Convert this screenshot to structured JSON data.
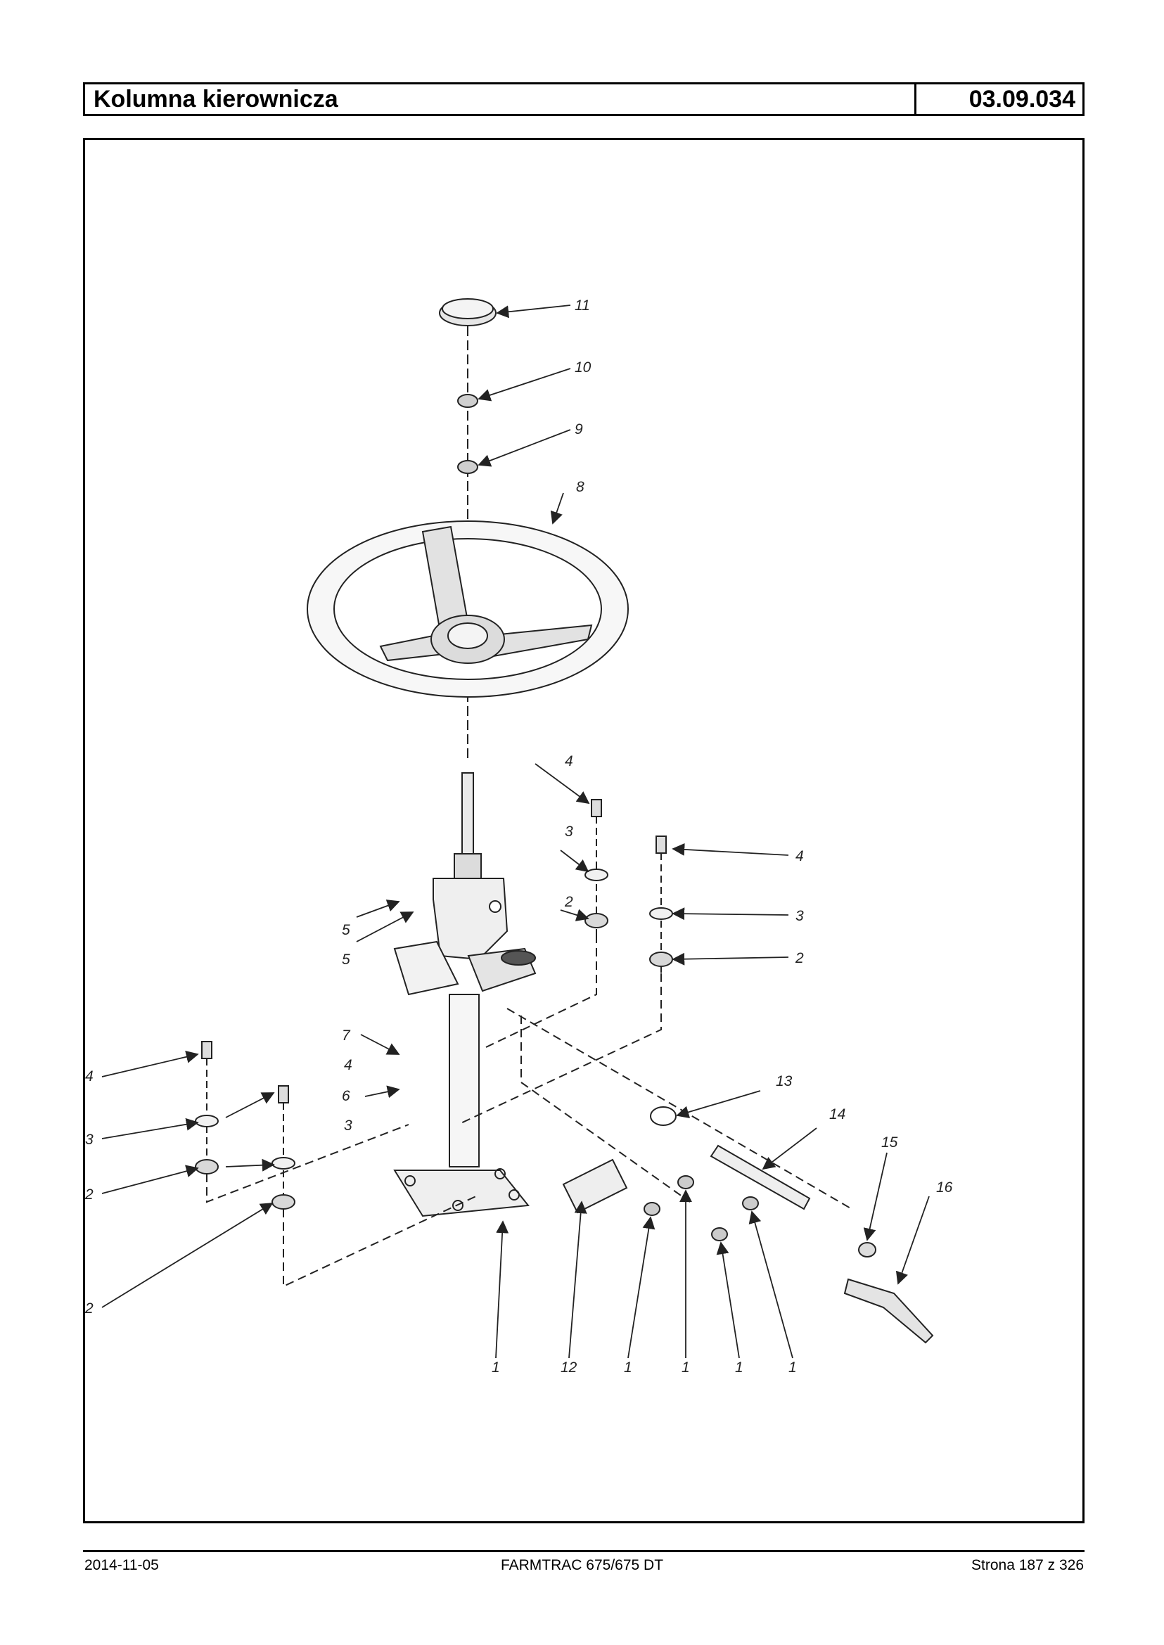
{
  "header": {
    "title": "Kolumna kierownicza",
    "code": "03.09.034"
  },
  "footer": {
    "date": "2014-11-05",
    "model": "FARMTRAC 675/675 DT",
    "page": "Strona 187 z 326"
  },
  "diagram": {
    "callouts": [
      "11",
      "10",
      "9",
      "8",
      "4",
      "3",
      "2",
      "4",
      "3",
      "2",
      "5",
      "5",
      "7",
      "6",
      "4",
      "3",
      "2",
      "4",
      "3",
      "2",
      "13",
      "14",
      "15",
      "16",
      "1",
      "12",
      "1",
      "1",
      "1",
      "1"
    ]
  }
}
